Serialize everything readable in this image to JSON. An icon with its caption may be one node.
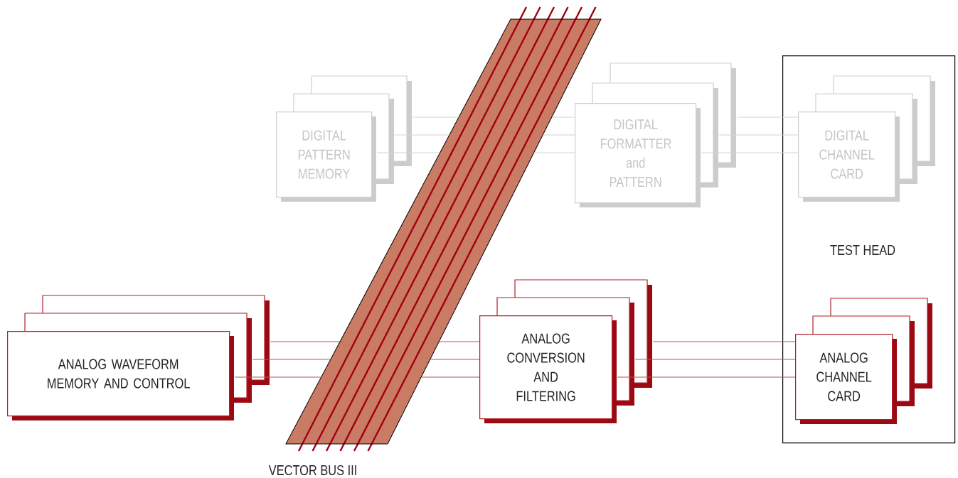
{
  "diagram": {
    "nodes": [
      {
        "text": [
          "TEST HEAD"
        ]
      },
      {
        "text": [
          "DIGITAL PATTERN MEMORY"
        ]
      },
      {
        "text": [
          "DIGITAL FORMATTER and PATTERN"
        ]
      },
      {
        "text": [
          "DIGITAL CHANNEL CARD"
        ],
        "in": 0
      },
      {
        "text": [
          "ANALOG WAVEFORM MEMORY AND CONTROL"
        ]
      },
      {
        "text": [
          "ANALOG CONVERSION AND FILTERING"
        ]
      },
      {
        "text": [
          "ANALOG CHANNEL CARD"
        ],
        "in": 0
      },
      {
        "text": [
          "VECTOR BUS III"
        ]
      }
    ],
    "edges": [
      {
        "from": 1,
        "to": 7,
        "arrow": "none",
        "color": "#d4d4d4"
      },
      {
        "from": 1,
        "to": 7,
        "arrow": "none",
        "color": "#d4d4d4"
      },
      {
        "from": 1,
        "to": 7,
        "arrow": "none",
        "color": "#d4d4d4"
      },
      {
        "from": 7,
        "to": 2,
        "arrow": "none",
        "color": "#d4d4d4"
      },
      {
        "from": 7,
        "to": 2,
        "arrow": "none",
        "color": "#d4d4d4"
      },
      {
        "from": 7,
        "to": 2,
        "arrow": "none",
        "color": "#d4d4d4"
      },
      {
        "from": 2,
        "to": 3,
        "arrow": "none",
        "color": "#d4d4d4"
      },
      {
        "from": 2,
        "to": 3,
        "arrow": "none",
        "color": "#d4d4d4"
      },
      {
        "from": 2,
        "to": 3,
        "arrow": "none",
        "color": "#d4d4d4"
      },
      {
        "from": 4,
        "to": 7,
        "arrow": "none",
        "color": "#c0505a"
      },
      {
        "from": 4,
        "to": 7,
        "arrow": "none",
        "color": "#c0505a"
      },
      {
        "from": 4,
        "to": 7,
        "arrow": "none",
        "color": "#c0505a"
      },
      {
        "from": 7,
        "to": 5,
        "arrow": "none",
        "color": "#c0505a"
      },
      {
        "from": 7,
        "to": 5,
        "arrow": "none",
        "color": "#c0505a"
      },
      {
        "from": 7,
        "to": 5,
        "arrow": "none",
        "color": "#c0505a"
      },
      {
        "from": 5,
        "to": 6,
        "arrow": "none",
        "color": "#c0505a"
      },
      {
        "from": 5,
        "to": 6,
        "arrow": "none",
        "color": "#c0505a"
      },
      {
        "from": 5,
        "to": 6,
        "arrow": "none",
        "color": "#c0505a"
      }
    ]
  }
}
